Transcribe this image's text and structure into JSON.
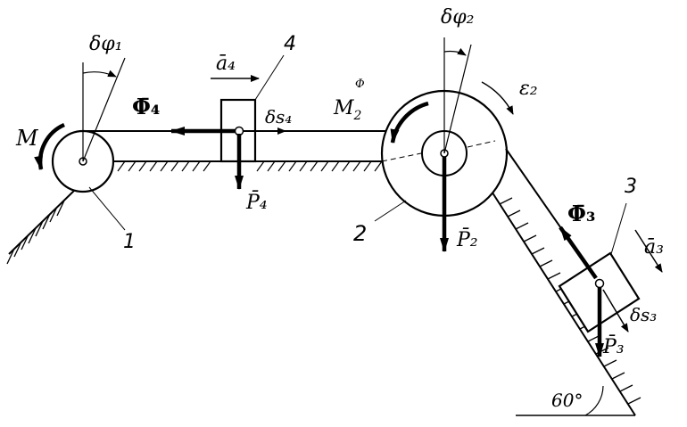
{
  "figure": {
    "labels": {
      "moment_M": "M",
      "delta_phi_1": "δφ₁",
      "delta_phi_2": "δφ₂",
      "epsilon_2": "ε₂",
      "moment_M2": "M",
      "moment_M2_sup": "Φ",
      "moment_M2_sub": "2",
      "phi_4": "Φ̄₄",
      "a_4": "ā₄",
      "delta_s_4": "δs₄",
      "P_4": "P̄₄",
      "P_2": "P̄₂",
      "phi_3": "Φ̄₃",
      "a_3": "ā₃",
      "delta_s_3": "δs₃",
      "P_3": "P̄₃",
      "body_1": "1",
      "body_2": "2",
      "body_3": "3",
      "body_4": "4",
      "angle": "60°"
    }
  }
}
